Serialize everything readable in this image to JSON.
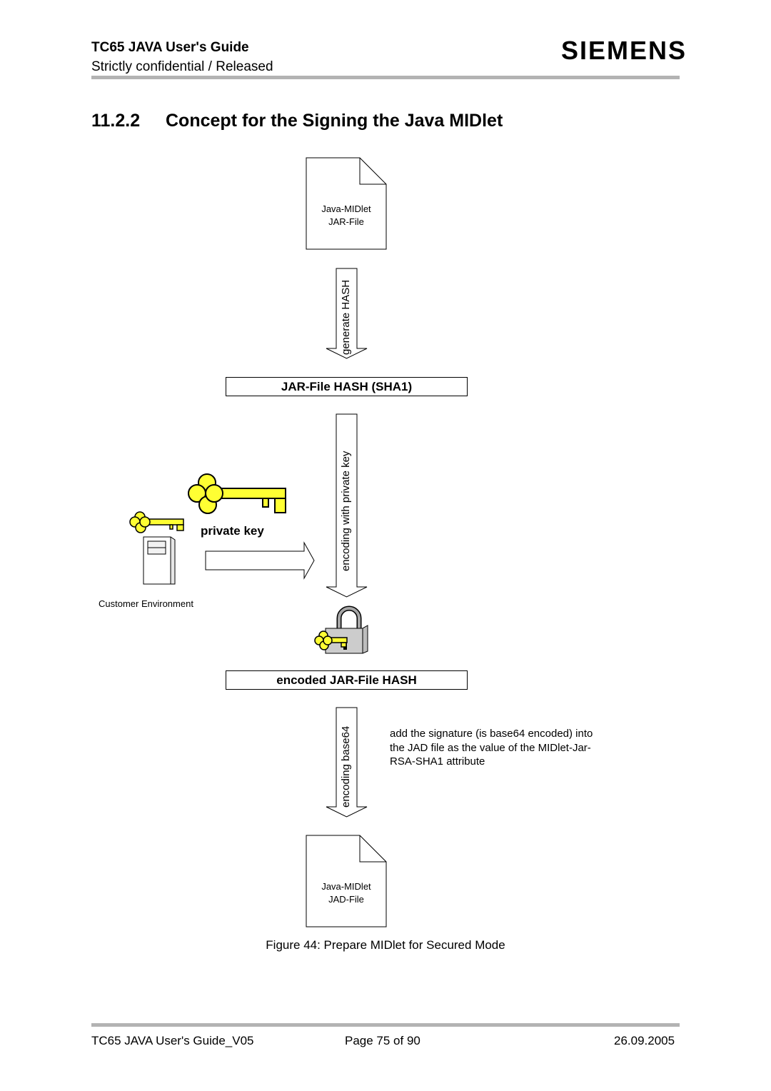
{
  "header": {
    "title": "TC65 JAVA User's Guide",
    "subtitle": "Strictly confidential / Released",
    "brand": "SIEMENS"
  },
  "section": {
    "number": "11.2.2",
    "title": "Concept for the Signing the Java MIDlet"
  },
  "diagram": {
    "jar_file": [
      "Java-MIDlet",
      "JAR-File"
    ],
    "step_generate": "generate HASH",
    "hash_box": "JAR-File HASH (SHA1)",
    "step_encoding_key": "encoding with private key",
    "private_key_label": "private key",
    "customer_env": "Customer Environment",
    "encoded_box": "encoded JAR-File HASH",
    "step_encoding_base64": "encoding base64",
    "note": "add the signature (is base64 encoded) into the JAD file as the value of the MIDlet-Jar-RSA-SHA1 attribute",
    "jad_file": [
      "Java-MIDlet",
      "JAD-File"
    ],
    "colors": {
      "key": "#ffff33",
      "lock": "#bdbdbd",
      "rule": "#b3b3b3"
    }
  },
  "caption": "Figure 44: Prepare MIDlet for Secured Mode",
  "footer": {
    "left": "TC65 JAVA User's Guide_V05",
    "center": "Page 75 of 90",
    "right": "26.09.2005"
  }
}
